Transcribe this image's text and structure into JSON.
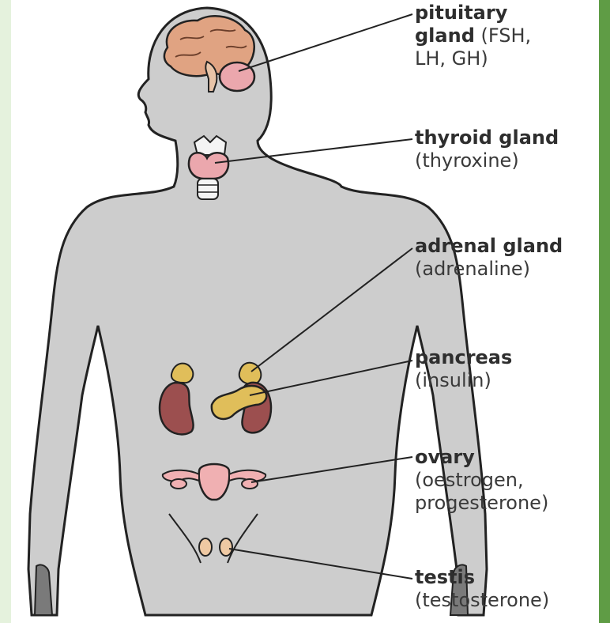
{
  "labels": {
    "pituitary": {
      "name_line1": "pituitary",
      "name_line2": "gland",
      "hormones_part1": "(FSH,",
      "hormones_part2": "LH, GH)"
    },
    "thyroid": {
      "name": "thyroid gland",
      "hormones": "(thyroxine)"
    },
    "adrenal": {
      "name": "adrenal gland",
      "hormones": "(adrenaline)"
    },
    "pancreas": {
      "name": "pancreas",
      "hormones": "(insulin)"
    },
    "ovary": {
      "name": "ovary",
      "hormones_line1": "(oestrogen,",
      "hormones_line2": "progesterone)"
    },
    "testis": {
      "name": "testis",
      "hormones": "(testosterone)"
    }
  },
  "colors": {
    "body_fill": "#cdcdcd",
    "outline": "#222222",
    "brain": "#e0a382",
    "gland_pink": "#eba7ad",
    "kidney": "#9c4f4f",
    "adrenal_yellow": "#e0be5a",
    "left_panel": "#e5f2dd",
    "right_bar": "#5f9c45"
  }
}
